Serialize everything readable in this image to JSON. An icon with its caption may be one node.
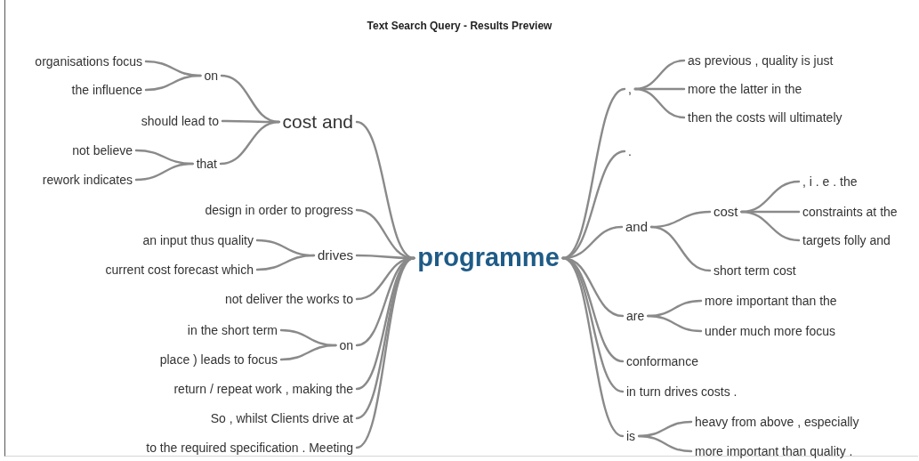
{
  "diagram": {
    "title": "Text Search Query - Results Preview",
    "nodes": [
      {
        "text": [
          "programme"
        ]
      },
      {
        "text": [
          "cost and"
        ]
      },
      {
        "text": [
          "on"
        ]
      },
      {
        "text": [
          "organisations focus"
        ]
      },
      {
        "text": [
          "the influence"
        ]
      },
      {
        "text": [
          "should lead to"
        ]
      },
      {
        "text": [
          "that"
        ]
      },
      {
        "text": [
          "not believe"
        ]
      },
      {
        "text": [
          "rework indicates"
        ]
      },
      {
        "text": [
          "design in order to progress"
        ]
      },
      {
        "text": [
          "drives"
        ]
      },
      {
        "text": [
          "an input thus quality"
        ]
      },
      {
        "text": [
          "current cost forecast which"
        ]
      },
      {
        "text": [
          "not deliver the works to"
        ]
      },
      {
        "text": [
          "on"
        ]
      },
      {
        "text": [
          "in the short term"
        ]
      },
      {
        "text": [
          "place ) leads to focus"
        ]
      },
      {
        "text": [
          "return / repeat work , making the"
        ]
      },
      {
        "text": [
          "So , whilst Clients drive at"
        ]
      },
      {
        "text": [
          "to the required specification . Meeting"
        ]
      },
      {
        "text": [
          ","
        ]
      },
      {
        "text": [
          "as previous , quality is just"
        ]
      },
      {
        "text": [
          "more the latter in the"
        ]
      },
      {
        "text": [
          "then the costs will ultimately"
        ]
      },
      {
        "text": [
          "."
        ]
      },
      {
        "text": [
          "and"
        ]
      },
      {
        "text": [
          "cost"
        ]
      },
      {
        "text": [
          ", i . e . the"
        ]
      },
      {
        "text": [
          "constraints at the"
        ]
      },
      {
        "text": [
          "targets folly and"
        ]
      },
      {
        "text": [
          "short term cost"
        ]
      },
      {
        "text": [
          "are"
        ]
      },
      {
        "text": [
          "more important than the"
        ]
      },
      {
        "text": [
          "under much more focus"
        ]
      },
      {
        "text": [
          "conformance"
        ]
      },
      {
        "text": [
          "in turn drives costs ."
        ]
      },
      {
        "text": [
          "is"
        ]
      },
      {
        "text": [
          "heavy from above , especially"
        ]
      },
      {
        "text": [
          "more important than quality ."
        ]
      }
    ],
    "edges": [
      {
        "from": 3,
        "to": 2,
        "arrow": "none"
      },
      {
        "from": 4,
        "to": 2,
        "arrow": "none"
      },
      {
        "from": 2,
        "to": 1,
        "arrow": "none"
      },
      {
        "from": 5,
        "to": 1,
        "arrow": "none"
      },
      {
        "from": 6,
        "to": 1,
        "arrow": "none"
      },
      {
        "from": 7,
        "to": 6,
        "arrow": "none"
      },
      {
        "from": 8,
        "to": 6,
        "arrow": "none"
      },
      {
        "from": 1,
        "to": 0,
        "arrow": "none"
      },
      {
        "from": 9,
        "to": 0,
        "arrow": "none"
      },
      {
        "from": 10,
        "to": 0,
        "arrow": "none"
      },
      {
        "from": 11,
        "to": 10,
        "arrow": "none"
      },
      {
        "from": 12,
        "to": 10,
        "arrow": "none"
      },
      {
        "from": 13,
        "to": 0,
        "arrow": "none"
      },
      {
        "from": 14,
        "to": 0,
        "arrow": "none"
      },
      {
        "from": 15,
        "to": 14,
        "arrow": "none"
      },
      {
        "from": 16,
        "to": 14,
        "arrow": "none"
      },
      {
        "from": 17,
        "to": 0,
        "arrow": "none"
      },
      {
        "from": 18,
        "to": 0,
        "arrow": "none"
      },
      {
        "from": 19,
        "to": 0,
        "arrow": "none"
      },
      {
        "from": 0,
        "to": 20,
        "arrow": "none"
      },
      {
        "from": 20,
        "to": 21,
        "arrow": "none"
      },
      {
        "from": 20,
        "to": 22,
        "arrow": "none"
      },
      {
        "from": 20,
        "to": 23,
        "arrow": "none"
      },
      {
        "from": 0,
        "to": 24,
        "arrow": "none"
      },
      {
        "from": 0,
        "to": 25,
        "arrow": "none"
      },
      {
        "from": 25,
        "to": 26,
        "arrow": "none"
      },
      {
        "from": 26,
        "to": 27,
        "arrow": "none"
      },
      {
        "from": 26,
        "to": 28,
        "arrow": "none"
      },
      {
        "from": 26,
        "to": 29,
        "arrow": "none"
      },
      {
        "from": 25,
        "to": 30,
        "arrow": "none"
      },
      {
        "from": 0,
        "to": 31,
        "arrow": "none"
      },
      {
        "from": 31,
        "to": 32,
        "arrow": "none"
      },
      {
        "from": 31,
        "to": 33,
        "arrow": "none"
      },
      {
        "from": 0,
        "to": 34,
        "arrow": "none"
      },
      {
        "from": 0,
        "to": 35,
        "arrow": "none"
      },
      {
        "from": 0,
        "to": 36,
        "arrow": "none"
      },
      {
        "from": 36,
        "to": 37,
        "arrow": "none"
      },
      {
        "from": 36,
        "to": 38,
        "arrow": "none"
      }
    ]
  }
}
